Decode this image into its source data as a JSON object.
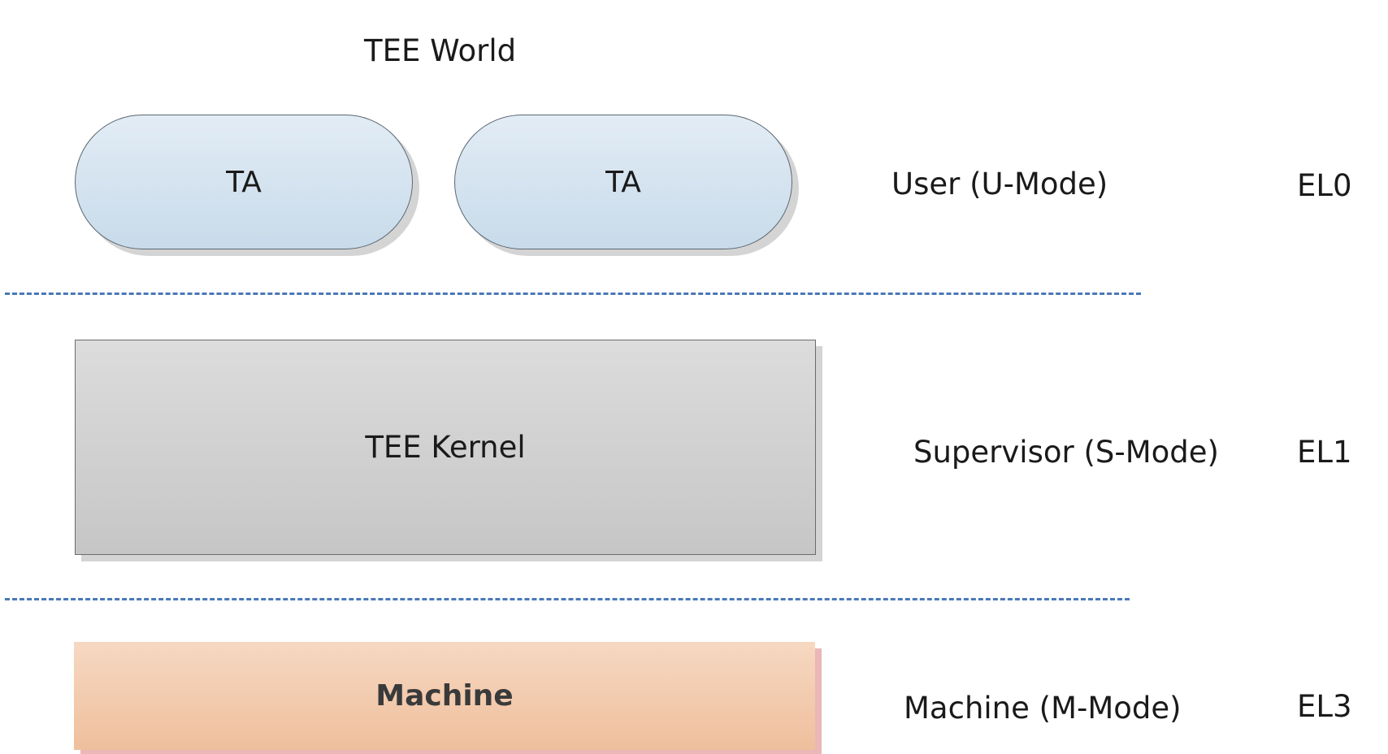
{
  "diagram": {
    "world_title": "TEE World",
    "user_layer": {
      "apps": [
        {
          "label": "TA"
        },
        {
          "label": "TA"
        }
      ],
      "mode_label": "User (U-Mode)",
      "exception_level": "EL0"
    },
    "supervisor_layer": {
      "box_label": "TEE Kernel",
      "mode_label": "Supervisor (S-Mode)",
      "exception_level": "EL1"
    },
    "machine_layer": {
      "box_label": "Machine",
      "mode_label": "Machine (M-Mode)",
      "exception_level": "EL3"
    },
    "colors": {
      "ta_fill_top": "#e2ecf5",
      "ta_fill_bottom": "#c8dbea",
      "kernel_fill_top": "#dcdcdc",
      "kernel_fill_bottom": "#c6c6c6",
      "machine_fill_top": "#f6d8c2",
      "machine_fill_bottom": "#efbf9c",
      "divider": "#4a78b8"
    }
  }
}
